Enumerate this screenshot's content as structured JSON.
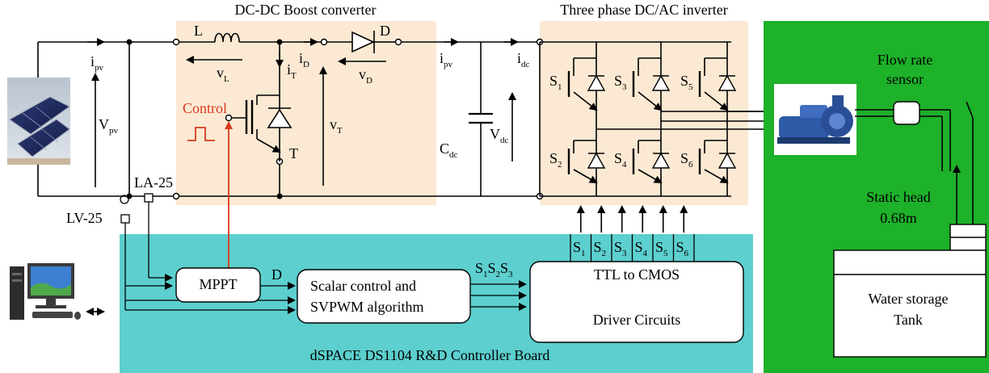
{
  "colors": {
    "converter_bg": "#fbe9d3",
    "controller_bg": "#5ccfce",
    "hydraulic_bg": "#1eb12a",
    "control_signal": "#d9381e",
    "wire": "#000000"
  },
  "titles": {
    "boost": "DC-DC Boost converter",
    "inverter": "Three phase DC/AC inverter",
    "controller_board": "dSPACE DS1104 R&D Controller Board"
  },
  "pv": {
    "current_main": "i",
    "current_sub": "pv",
    "voltage_main": "V",
    "voltage_sub": "pv",
    "icon": "solar-panel-icon"
  },
  "sensors": {
    "current": "LA-25",
    "voltage": "LV-25"
  },
  "boost": {
    "inductor": "L",
    "vl_main": "v",
    "vl_sub": "L",
    "id_main": "i",
    "id_sub": "D",
    "it_main": "i",
    "it_sub": "T",
    "vd_main": "v",
    "vd_sub": "D",
    "vt_main": "v",
    "vt_sub": "T",
    "diode": "D",
    "switch": "T",
    "control": "Control"
  },
  "dc_link": {
    "ipv_main": "i",
    "ipv_sub": "pv",
    "idc_main": "i",
    "idc_sub": "dc",
    "cap_main": "C",
    "cap_sub": "dc",
    "vdc_main": "V",
    "vdc_sub": "dc"
  },
  "inverter": {
    "switches": [
      {
        "main": "S",
        "sub": "1"
      },
      {
        "main": "S",
        "sub": "3"
      },
      {
        "main": "S",
        "sub": "5"
      },
      {
        "main": "S",
        "sub": "2"
      },
      {
        "main": "S",
        "sub": "4"
      },
      {
        "main": "S",
        "sub": "6"
      }
    ]
  },
  "driver_signals": [
    {
      "main": "S",
      "sub": "1"
    },
    {
      "main": "S",
      "sub": "2"
    },
    {
      "main": "S",
      "sub": "3"
    },
    {
      "main": "S",
      "sub": "4"
    },
    {
      "main": "S",
      "sub": "5"
    },
    {
      "main": "S",
      "sub": "6"
    }
  ],
  "blocks": {
    "mppt": "MPPT",
    "duty_label": "D",
    "scalar_line1": "Scalar control and",
    "scalar_line2": "SVPWM algorithm",
    "s123": [
      {
        "main": "S",
        "sub": "1"
      },
      {
        "main": "S",
        "sub": "2"
      },
      {
        "main": "S",
        "sub": "3"
      }
    ],
    "ttl": "TTL to CMOS",
    "driver": "Driver Circuits"
  },
  "hydraulic": {
    "flow_line1": "Flow rate",
    "flow_line2": "sensor",
    "head_line1": "Static head",
    "head_line2": "0.68m",
    "tank_line1": "Water storage",
    "tank_line2": "Tank",
    "pump_icon": "water-pump-icon"
  },
  "computer": {
    "icon": "desktop-computer-icon"
  }
}
